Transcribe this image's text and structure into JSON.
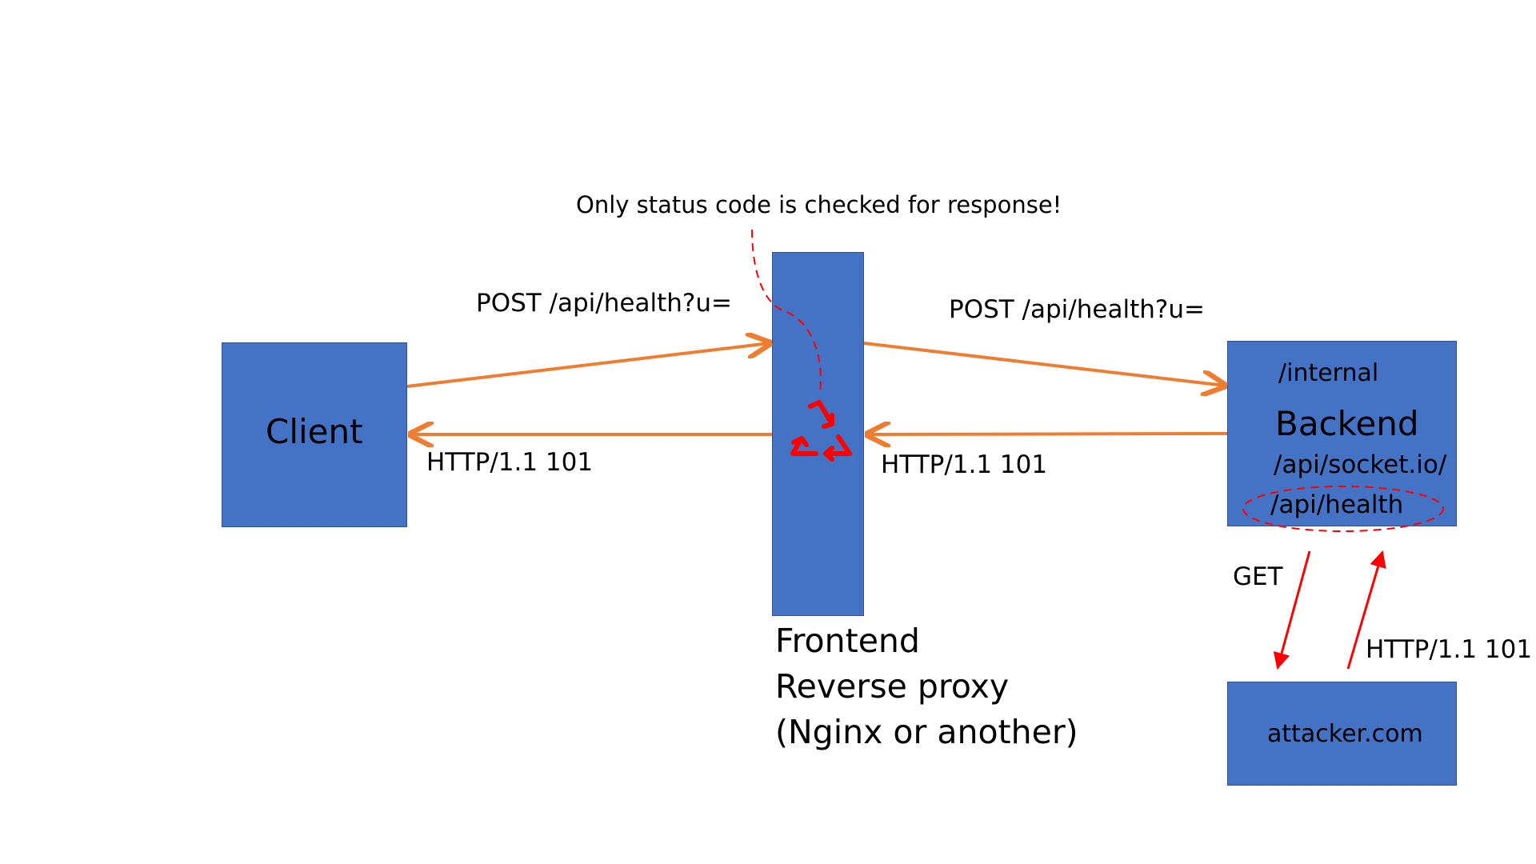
{
  "nodes": {
    "client": "Client",
    "frontend_label_line1": "Frontend",
    "frontend_label_line2": "Reverse proxy",
    "frontend_label_line3": "(Nginx or another)",
    "backend_internal": "/internal",
    "backend_title": "Backend",
    "backend_socket": "/api/socket.io/",
    "backend_health": "/api/health",
    "attacker": "attacker.com"
  },
  "edges": {
    "client_to_proxy": "POST /api/health?u=",
    "proxy_to_client": "HTTP/1.1 101",
    "proxy_to_backend": "POST /api/health?u=",
    "backend_to_proxy": "HTTP/1.1 101",
    "backend_to_attacker": "GET",
    "attacker_to_backend": "HTTP/1.1 101"
  },
  "annotation": "Only status code is checked for response!",
  "colors": {
    "box_fill": "#4472c4",
    "box_border": "#2f528f",
    "arrow_orange": "#ed7d31",
    "highlight_red": "#ff0000"
  },
  "icons": {
    "proxy_cycle": "recycle-icon"
  }
}
